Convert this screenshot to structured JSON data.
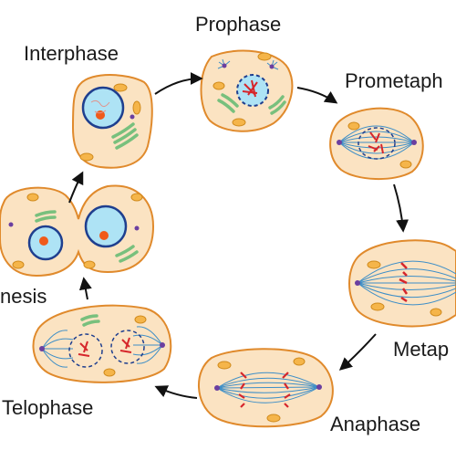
{
  "phases": {
    "interphase": "Interphase",
    "prophase": "Prophase",
    "prometaphase": "Prometaph",
    "metaphase": "Metap",
    "anaphase": "Anaphase",
    "telophase": "Telophase",
    "cytokinesis": "nesis"
  },
  "colors": {
    "cell_fill": "#fbe3c2",
    "cell_stroke": "#e08a2c",
    "nucleus_fill": "#aee3f5",
    "nucleus_stroke": "#1f3f8f",
    "nucleolus": "#f05a1a",
    "organelle_green": "#8dcf8e",
    "organelle_orange": "#f5b54a",
    "spindle": "#3d8ec7",
    "chromosome": "#d6262b",
    "centrosome": "#6b3fa0",
    "arrow": "#111111"
  }
}
